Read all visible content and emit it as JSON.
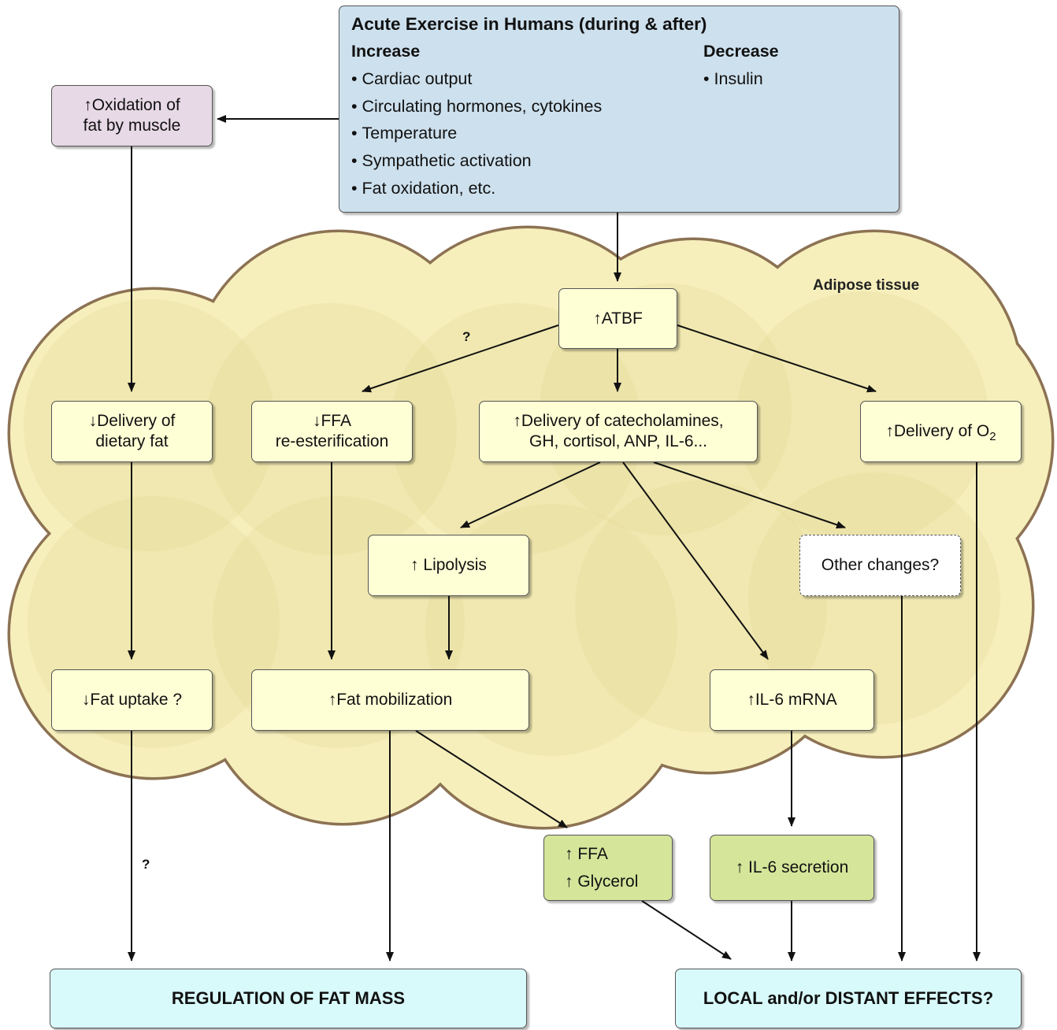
{
  "header": {
    "title": "Acute Exercise in Humans (during & after)",
    "increase_label": "Increase",
    "decrease_label": "Decrease",
    "increase_items": [
      "Cardiac output",
      "Circulating hormones, cytokines",
      "Temperature",
      "Sympathetic activation",
      "Fat oxidation, etc."
    ],
    "decrease_items": [
      "Insulin"
    ]
  },
  "adipose_label": "Adipose tissue",
  "nodes": {
    "oxidation": {
      "arrow": "↑",
      "line1": "Oxidation of",
      "line2": "fat by muscle"
    },
    "atbf": {
      "arrow": "↑",
      "text": "ATBF"
    },
    "delivery_fat": {
      "arrow": "↓",
      "line1": "Delivery of",
      "line2": "dietary fat"
    },
    "ffa_reester": {
      "arrow": "↓",
      "line1": "FFA",
      "line2": "re-esterification"
    },
    "delivery_catechol": {
      "arrow": "↑",
      "line1": "Delivery of catecholamines,",
      "line2": "GH, cortisol, ANP, IL-6..."
    },
    "delivery_o2": {
      "arrow": "↑",
      "text": "Delivery of O",
      "subscript": "2"
    },
    "lipolysis": {
      "arrow": "↑",
      "text": "Lipolysis"
    },
    "other_changes": {
      "text": "Other changes?"
    },
    "fat_uptake": {
      "arrow": "↓",
      "text": "Fat uptake ?"
    },
    "fat_mobilization": {
      "arrow": "↑",
      "text": "Fat mobilization"
    },
    "il6_mrna": {
      "arrow": "↑",
      "text": "IL-6 mRNA"
    },
    "ffa_glycerol": {
      "arrow": "↑",
      "line1": "FFA",
      "line2": "Glycerol"
    },
    "il6_secretion": {
      "arrow": "↑",
      "text": "IL-6 secretion"
    },
    "regulation": {
      "text": "REGULATION OF FAT MASS"
    },
    "effects": {
      "text": "LOCAL and/or DISTANT EFFECTS?"
    }
  },
  "question_marks": [
    "?",
    "?"
  ],
  "colors": {
    "header_fill": "#cde0ed",
    "node_yellow": "#ffffd6",
    "node_green": "#d5e59a",
    "node_cyan": "#d9fafa",
    "node_purple": "#e7d9e6",
    "cloud_fill": "#f6efbc",
    "cloud_outline": "#8c7253"
  }
}
